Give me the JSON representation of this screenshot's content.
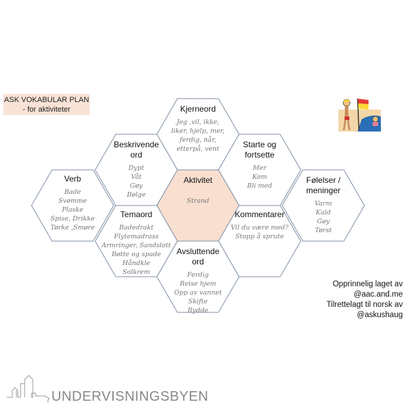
{
  "title": {
    "line1": "ASK VOKABULAR PLAN",
    "line2": "- for aktiviteter"
  },
  "hexes": {
    "kjerneord": {
      "title": [
        "Kjerneord"
      ],
      "words": [
        "Jeg ,vil, ikke,",
        "liker, hjelp, mer,",
        "ferdig, når,",
        "etterpå, vent"
      ]
    },
    "beskrivende": {
      "title": [
        "Beskrivende",
        "ord"
      ],
      "words": [
        "Dypt",
        "Våt",
        "Gøy",
        "Bølge"
      ]
    },
    "starte": {
      "title": [
        "Starte og",
        "fortsette"
      ],
      "words": [
        "Mer",
        "Kom",
        "Bli med"
      ]
    },
    "verb": {
      "title": [
        "Verb"
      ],
      "words": [
        "Bade",
        "Svømme",
        "Plaske",
        "Spise, Drikke",
        "Tørke ,Smøre"
      ]
    },
    "aktivitet": {
      "title": [
        "Aktivitet"
      ],
      "words": [
        "Strand"
      ]
    },
    "folelser": {
      "title": [
        "Følelser  /",
        "meninger"
      ],
      "words": [
        "Varm",
        "Kald",
        "Gøy",
        "Tørst"
      ]
    },
    "temaord": {
      "title": [
        "Temaord"
      ],
      "words": [
        "Badedrakt",
        "Flytemadrass",
        "Armringer, Sandslott",
        "Bøtte og spade",
        "Håndkle",
        "Solkrem"
      ]
    },
    "kommentarer": {
      "title": [
        "Kommentarer"
      ],
      "words": [
        "Vil du være med?",
        "Stopp å sprute"
      ]
    },
    "avsluttende": {
      "title": [
        "Avsluttende",
        "ord"
      ],
      "words": [
        "Ferdig",
        "Reise hjem",
        "Opp av vannet",
        "Skifte",
        "Rydde"
      ]
    }
  },
  "credits": [
    "Opprinnelig laget av",
    "@aac.and.me",
    "Tilrettelagt til norsk av",
    "@askushaug"
  ],
  "logo": {
    "text": "UNDERVISNINGSBYEN"
  },
  "colors": {
    "hex_border": "#7f8fa6",
    "center_fill": "#f8dfd0",
    "title_box": "#f9e3d6"
  }
}
